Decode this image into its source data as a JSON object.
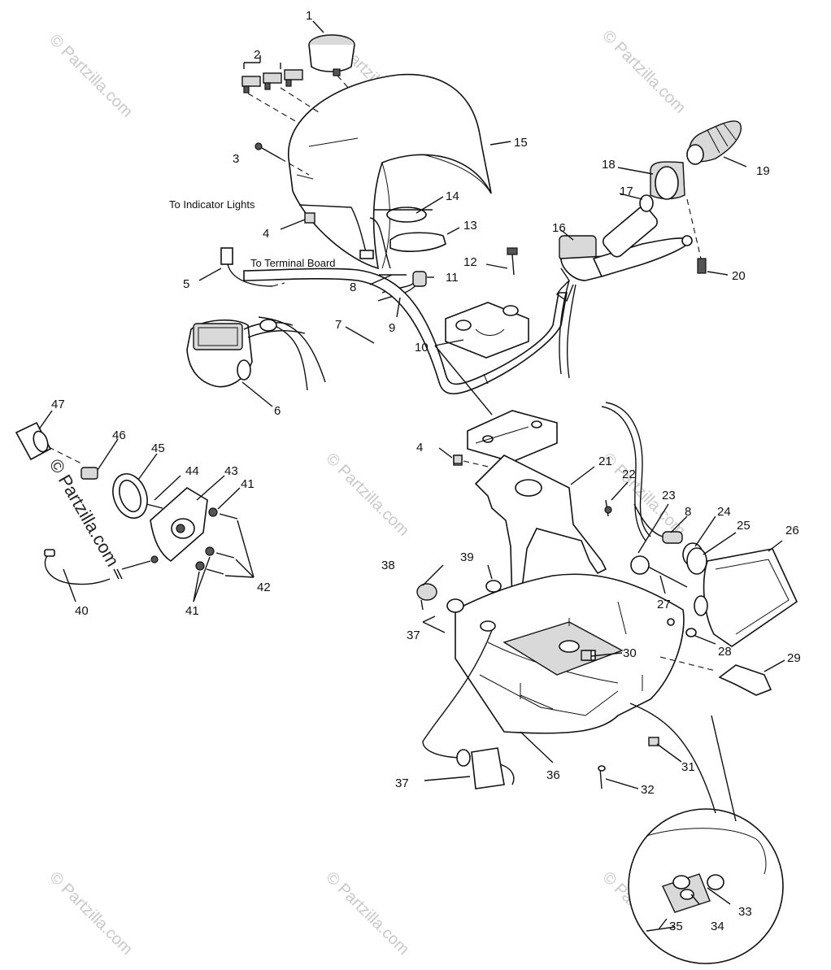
{
  "watermark": "© Partzilla.com",
  "watermark_large": "© Partzilla.com",
  "notes": {
    "indicator": "To Indicator  Lights",
    "terminal": "To Terminal Board"
  },
  "labels": [
    {
      "id": "1",
      "text": "1"
    },
    {
      "id": "2",
      "text": "2"
    },
    {
      "id": "3",
      "text": "3"
    },
    {
      "id": "4a",
      "text": "4"
    },
    {
      "id": "4b",
      "text": "4"
    },
    {
      "id": "5",
      "text": "5"
    },
    {
      "id": "6",
      "text": "6"
    },
    {
      "id": "7",
      "text": "7"
    },
    {
      "id": "8a",
      "text": "8"
    },
    {
      "id": "8b",
      "text": "8"
    },
    {
      "id": "9",
      "text": "9"
    },
    {
      "id": "10",
      "text": "10"
    },
    {
      "id": "11",
      "text": "11"
    },
    {
      "id": "12",
      "text": "12"
    },
    {
      "id": "13",
      "text": "13"
    },
    {
      "id": "14",
      "text": "14"
    },
    {
      "id": "15",
      "text": "15"
    },
    {
      "id": "16",
      "text": "16"
    },
    {
      "id": "17",
      "text": "17"
    },
    {
      "id": "18",
      "text": "18"
    },
    {
      "id": "19",
      "text": "19"
    },
    {
      "id": "20",
      "text": "20"
    },
    {
      "id": "21",
      "text": "21"
    },
    {
      "id": "22",
      "text": "22"
    },
    {
      "id": "23",
      "text": "23"
    },
    {
      "id": "24",
      "text": "24"
    },
    {
      "id": "25",
      "text": "25"
    },
    {
      "id": "26",
      "text": "26"
    },
    {
      "id": "27",
      "text": "27"
    },
    {
      "id": "28",
      "text": "28"
    },
    {
      "id": "29",
      "text": "29"
    },
    {
      "id": "30",
      "text": "30"
    },
    {
      "id": "31",
      "text": "31"
    },
    {
      "id": "32",
      "text": "32"
    },
    {
      "id": "33",
      "text": "33"
    },
    {
      "id": "34",
      "text": "34"
    },
    {
      "id": "35",
      "text": "35"
    },
    {
      "id": "36",
      "text": "36"
    },
    {
      "id": "37a",
      "text": "37"
    },
    {
      "id": "37b",
      "text": "37"
    },
    {
      "id": "38",
      "text": "38"
    },
    {
      "id": "39",
      "text": "39"
    },
    {
      "id": "40",
      "text": "40"
    },
    {
      "id": "41a",
      "text": "41"
    },
    {
      "id": "41b",
      "text": "41"
    },
    {
      "id": "42",
      "text": "42"
    },
    {
      "id": "43",
      "text": "43"
    },
    {
      "id": "44",
      "text": "44"
    },
    {
      "id": "45",
      "text": "45"
    },
    {
      "id": "46",
      "text": "46"
    },
    {
      "id": "47",
      "text": "47"
    }
  ]
}
